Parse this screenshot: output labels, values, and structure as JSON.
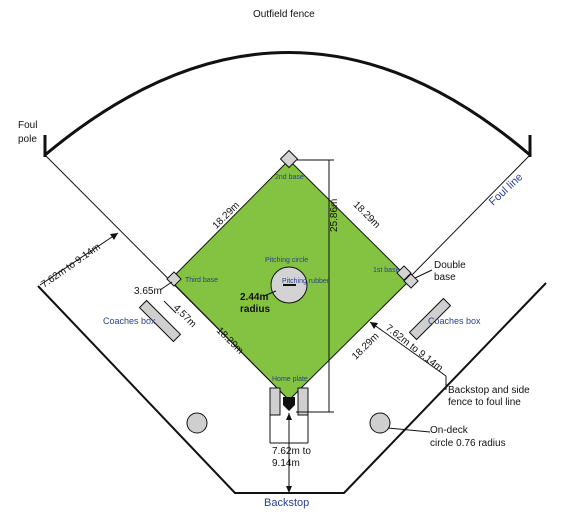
{
  "labels": {
    "outfield_fence": "Outfield fence",
    "foul_pole_1": "Foul",
    "foul_pole_2": "pole",
    "foul_line": "Foul line",
    "second_base": "2nd base",
    "third_base": "Third base",
    "first_base": "1st base",
    "home_plate": "Home plate",
    "pitching_circle": "Pitching circle",
    "pitching_rubber": "Pitching rubber",
    "radius_1": "2.44m",
    "radius_2": "radius",
    "double_base_1": "Double",
    "double_base_2": "base",
    "coaches_box_left": "Coaches box",
    "coaches_box_right": "Coaches box",
    "backstop": "Backstop",
    "backstop_fence_1": "Backstop and side",
    "backstop_fence_2": "fence to foul line",
    "on_deck_1": "On-deck",
    "on_deck_2": "circle 0.76 radius",
    "home_dist_1": "7.62m to",
    "home_dist_2": "9.14m"
  },
  "dimensions": {
    "base_path_upper_left": "18.29m",
    "base_path_upper_right": "18.29m",
    "base_path_lower_left": "18.29m",
    "base_path_lower_right": "18.29m",
    "home_to_second": "25.86m",
    "left_fence_distance": "7.62m to 9.14m",
    "right_fence_distance": "7.62m to 9.14m",
    "coach_offset_1": "3.65m",
    "coach_offset_2": "4.57m"
  },
  "colors": {
    "infield": "#84c341",
    "lines": "#111111",
    "label_blue": "#2a3f8f",
    "base_fill": "#d3d3d3",
    "box_fill": "#cfcfcf"
  }
}
